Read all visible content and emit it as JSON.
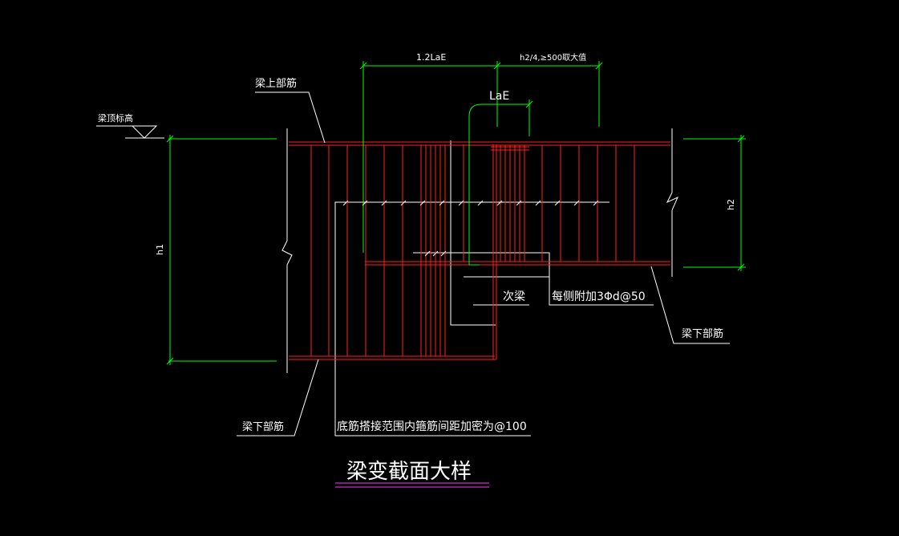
{
  "labels": {
    "top_rebar": "梁上部筋",
    "beam_top_elev": "梁顶标高",
    "dim_12lae": "1.2LaE",
    "dim_h2_4": "h2/4,≥500取大值",
    "dim_lae": "LaE",
    "dim_h1": "h1",
    "dim_h2": "h2",
    "secondary_beam": "次梁",
    "side_add": "每侧附加3Φd@50",
    "bottom_rebar_right": "梁下部筋",
    "bottom_rebar_left": "梁下部筋",
    "stirrup_note": "底筋搭接范围内箍筋间距加密为@100",
    "title": "梁变截面大样"
  },
  "colors": {
    "background": "#000000",
    "dimension": "#00ff00",
    "outline": "#ffffff",
    "rebar": "#ff2020",
    "title_underline": "#ff33ff"
  }
}
